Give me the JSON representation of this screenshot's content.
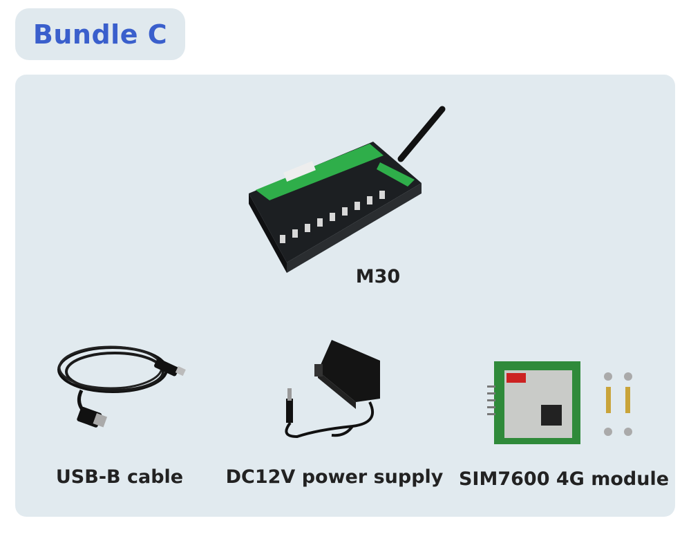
{
  "title": "Bundle C",
  "items": [
    {
      "label": "M30",
      "icon": "energy-meter-image"
    },
    {
      "label": "USB-B cable",
      "icon": "usb-cable-image"
    },
    {
      "label": "DC12V power supply",
      "icon": "power-adapter-image"
    },
    {
      "label": "SIM7600 4G module",
      "icon": "sim-module-image"
    }
  ]
}
